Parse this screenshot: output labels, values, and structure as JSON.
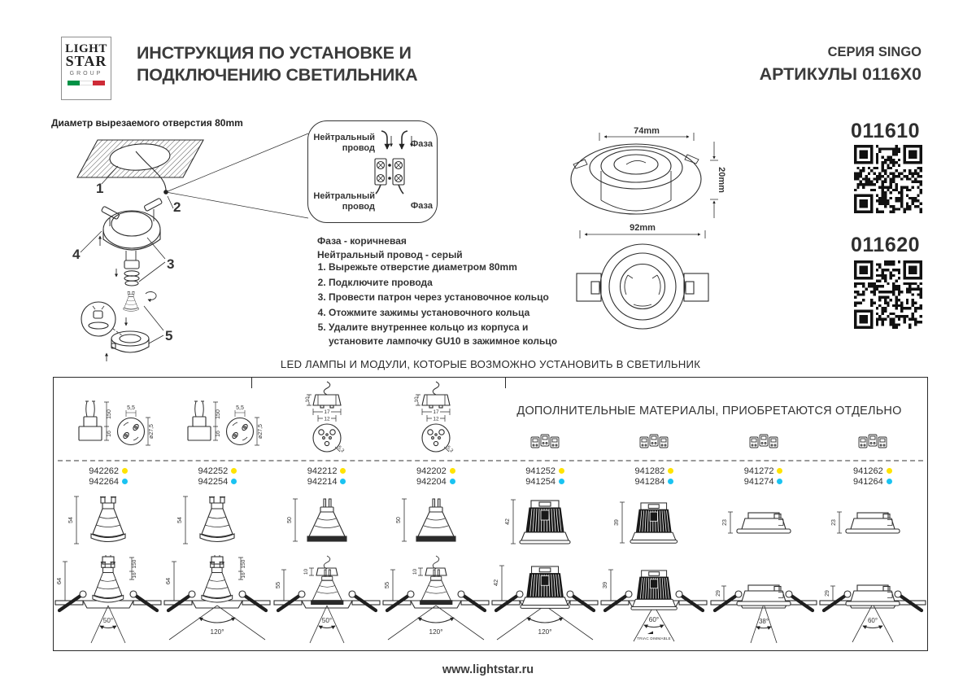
{
  "header": {
    "logo": {
      "l1": "LIGHT",
      "l2": "STAR",
      "l3": "GROUP"
    },
    "title1": "ИНСТРУКЦИЯ ПО УСТАНОВКЕ И",
    "title2": "ПОДКЛЮЧЕНИЮ СВЕТИЛЬНИКА",
    "series": "СЕРИЯ SINGO",
    "articles": "АРТИКУЛЫ 0116X0"
  },
  "diagram": {
    "caption": "Диаметр вырезаемого отверстия 80mm",
    "step_labels": [
      "1",
      "2",
      "3",
      "4",
      "5"
    ]
  },
  "wiring": {
    "neutral": "Нейтральный провод",
    "phase": "Фаза",
    "note1": "Фаза - коричневая",
    "note2": "Нейтральный провод - серый"
  },
  "steps": [
    "Вырежьте отверстие диаметром 80mm",
    "Подключите провода",
    "Провести патрон через установочное кольцо",
    "Отожмите зажимы установочного кольца",
    "Удалите внутреннее кольцо из корпуса и установите лампочку GU10 в зажимное кольцо"
  ],
  "dims": {
    "w_top": "74mm",
    "h_side": "20mm",
    "w_bottom": "92mm"
  },
  "products": [
    {
      "article": "011610"
    },
    {
      "article": "011620"
    }
  ],
  "table": {
    "title": "LED ЛАМПЫ И МОДУЛИ, КОТОРЫЕ ВОЗМОЖНО УСТАНОВИТЬ В СВЕТИЛЬНИК",
    "extra": "ДОПОЛНИТЕЛЬНЫЕ МАТЕРИАЛЫ, ПРИОБРЕТАЮТСЯ ОТДЕЛЬНО",
    "columns": [
      {
        "articles": [
          "942262",
          "942264"
        ],
        "socket": {
          "d1": "150",
          "d2": "16",
          "d3": "5,5",
          "d4": "ø27,5"
        },
        "lamp_h": "54",
        "install_h": "64",
        "top_d1": "150",
        "top_d2": "16",
        "angle": "50°"
      },
      {
        "articles": [
          "942252",
          "942254"
        ],
        "socket": {
          "d1": "150",
          "d2": "16",
          "d3": "5,5",
          "d4": "ø27,5"
        },
        "lamp_h": "54",
        "install_h": "64",
        "top_d1": "150",
        "top_d2": "16",
        "angle": "120°"
      },
      {
        "articles": [
          "942212",
          "942214"
        ],
        "socket": {
          "d1": "10",
          "d2": "17",
          "d3": "12",
          "d4": "5,3"
        },
        "lamp_h": "50",
        "install_h": "55",
        "top_d1": "10",
        "angle": "50°"
      },
      {
        "articles": [
          "942202",
          "942204"
        ],
        "socket": {
          "d1": "10",
          "d2": "17",
          "d3": "12",
          "d4": "5,3"
        },
        "lamp_h": "50",
        "install_h": "55",
        "top_d1": "10",
        "angle": "120°"
      },
      {
        "articles": [
          "941252",
          "941254"
        ],
        "lamp_h": "42",
        "install_h": "42",
        "angle": "120°"
      },
      {
        "articles": [
          "941282",
          "941284"
        ],
        "lamp_h": "39",
        "install_h": "39",
        "angle": "60°",
        "note": "TRIAC DIMMABLE"
      },
      {
        "articles": [
          "941272",
          "941274"
        ],
        "lamp_h": "23",
        "install_h": "29",
        "angle": "38°"
      },
      {
        "articles": [
          "941262",
          "941264"
        ],
        "lamp_h": "23",
        "install_h": "29",
        "angle": "60°"
      }
    ]
  },
  "footer": {
    "url": "www.lightstar.ru"
  },
  "colors": {
    "accent_yellow": "#ffe300",
    "accent_cyan": "#1ac3f2",
    "flag_green": "#009246",
    "flag_red": "#ce2b37",
    "line": "#2e2e2e",
    "text": "#3a3a3a"
  }
}
